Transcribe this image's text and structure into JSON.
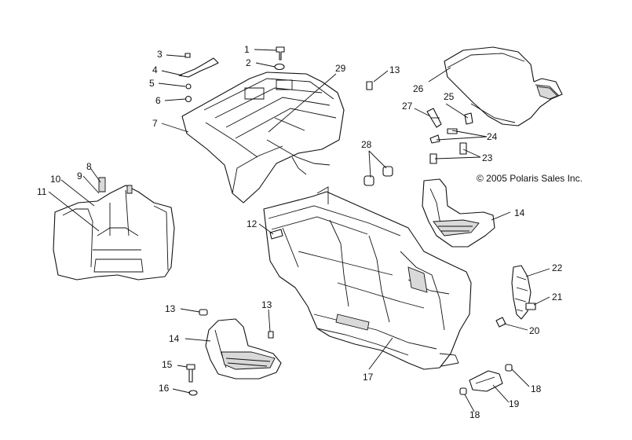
{
  "copyright": "© 2005 Polaris Sales Inc.",
  "callouts": [
    "1",
    "2",
    "3",
    "4",
    "5",
    "6",
    "7",
    "8",
    "9",
    "10",
    "11",
    "12",
    "13",
    "13",
    "13",
    "14",
    "14",
    "15",
    "16",
    "17",
    "18",
    "18",
    "19",
    "20",
    "21",
    "22",
    "23",
    "24",
    "25",
    "26",
    "27",
    "28",
    "29"
  ],
  "colors": {
    "line": "#111111",
    "background": "#ffffff"
  }
}
